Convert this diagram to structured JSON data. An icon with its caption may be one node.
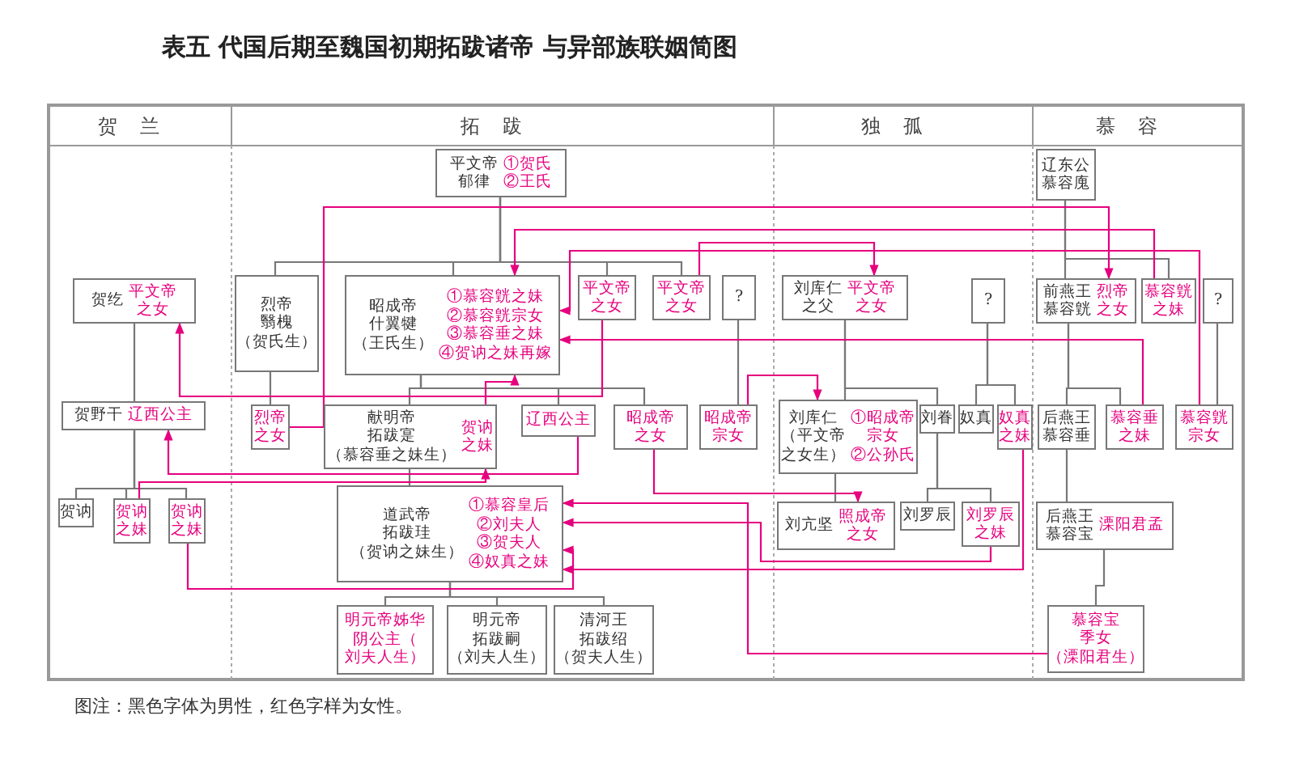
{
  "diagram": {
    "title": "表五 代国后期至魏国初期拓跋诸帝 与异部族联姻简图",
    "caption": "图注：黑色字体为男性，红色字样为女性。",
    "labels": [
      "贺兰",
      "拓跋",
      "独孤",
      "慕容"
    ],
    "nodes": [
      {
        "text": [
          "平文帝郁律",
          "①贺氏②王氏"
        ]
      },
      {
        "text": [
          "辽东公慕容廆"
        ]
      },
      {
        "text": [
          "贺纥",
          "平文帝之女"
        ]
      },
      {
        "text": [
          "烈帝翳槐（贺氏生）"
        ]
      },
      {
        "text": [
          "昭成帝什翼犍（王氏生）",
          "①慕容皝之妹②慕容皝宗女③慕容垂之妹④贺讷之妹再嫁"
        ]
      },
      {
        "text": [
          "平文帝之女"
        ]
      },
      {
        "text": [
          "平文帝之女"
        ]
      },
      {
        "text": [
          "?"
        ]
      },
      {
        "text": [
          "刘库仁之父",
          "平文帝之女"
        ]
      },
      {
        "text": [
          "?"
        ]
      },
      {
        "text": [
          "前燕王慕容皝",
          "烈帝之女"
        ]
      },
      {
        "text": [
          "慕容皝之妹"
        ]
      },
      {
        "text": [
          "?"
        ]
      },
      {
        "text": [
          "贺野干",
          "辽西公主"
        ]
      },
      {
        "text": [
          "烈帝之女"
        ]
      },
      {
        "text": [
          "献明帝拓跋寔（慕容垂之妹生）",
          "贺讷之妹"
        ]
      },
      {
        "text": [
          "辽西公主"
        ]
      },
      {
        "text": [
          "昭成帝之女"
        ]
      },
      {
        "text": [
          "昭成帝宗女"
        ]
      },
      {
        "text": [
          "刘库仁（平文帝之女生）",
          "①昭成帝宗女②公孙氏"
        ]
      },
      {
        "text": [
          "刘眷"
        ]
      },
      {
        "text": [
          "奴真"
        ]
      },
      {
        "text": [
          "奴真之妹"
        ]
      },
      {
        "text": [
          "后燕王慕容垂"
        ]
      },
      {
        "text": [
          "慕容垂之妹"
        ]
      },
      {
        "text": [
          "慕容皝宗女"
        ]
      },
      {
        "text": [
          "贺讷"
        ]
      },
      {
        "text": [
          "贺讷之妹"
        ]
      },
      {
        "text": [
          "贺讷之妹"
        ]
      },
      {
        "text": [
          "道武帝拓跋珪（贺讷之妹生）",
          "①慕容皇后②刘夫人③贺夫人④奴真之妹"
        ]
      },
      {
        "text": [
          "刘亢坚",
          "照成帝之女"
        ]
      },
      {
        "text": [
          "刘罗辰"
        ]
      },
      {
        "text": [
          "刘罗辰之妹"
        ]
      },
      {
        "text": [
          "后燕王慕容宝",
          "溧阳君孟"
        ]
      },
      {
        "text": [
          "明元帝姊华阴公主（刘夫人生）"
        ]
      },
      {
        "text": [
          "明元帝拓跋嗣（刘夫人生）"
        ]
      },
      {
        "text": [
          "清河王拓跋绍（贺夫人生）"
        ]
      },
      {
        "text": [
          "慕容宝季女（溧阳君生）"
        ]
      }
    ],
    "edges": [
      {
        "from": 0,
        "to": 3,
        "arrow": "none"
      },
      {
        "from": 0,
        "to": 4,
        "arrow": "none"
      },
      {
        "from": 0,
        "to": 5,
        "arrow": "none"
      },
      {
        "from": 0,
        "to": 6,
        "arrow": "none"
      },
      {
        "from": 1,
        "to": 10,
        "arrow": "none"
      },
      {
        "from": 1,
        "to": 11,
        "arrow": "none"
      },
      {
        "from": 12,
        "to": 25,
        "arrow": "none"
      },
      {
        "from": 9,
        "to": 21,
        "arrow": "none"
      },
      {
        "from": 9,
        "to": 22,
        "arrow": "none"
      },
      {
        "from": 7,
        "to": 18,
        "arrow": "none"
      },
      {
        "from": 8,
        "to": 19,
        "arrow": "none"
      },
      {
        "from": 8,
        "to": 20,
        "arrow": "none"
      },
      {
        "from": 2,
        "to": 13,
        "arrow": "none"
      },
      {
        "from": 3,
        "to": 14,
        "arrow": "none"
      },
      {
        "from": 4,
        "to": 15,
        "arrow": "none"
      },
      {
        "from": 4,
        "to": 16,
        "arrow": "none"
      },
      {
        "from": 4,
        "to": 17,
        "arrow": "none"
      },
      {
        "from": 13,
        "to": 26,
        "arrow": "none"
      },
      {
        "from": 13,
        "to": 27,
        "arrow": "none"
      },
      {
        "from": 13,
        "to": 28,
        "arrow": "none"
      },
      {
        "from": 10,
        "to": 23,
        "arrow": "none"
      },
      {
        "from": 10,
        "to": 24,
        "arrow": "none"
      },
      {
        "from": 15,
        "to": 29,
        "arrow": "none"
      },
      {
        "from": 19,
        "to": 30,
        "arrow": "none"
      },
      {
        "from": 20,
        "to": 31,
        "arrow": "none"
      },
      {
        "from": 20,
        "to": 32,
        "arrow": "none"
      },
      {
        "from": 23,
        "to": 33,
        "arrow": "none"
      },
      {
        "from": 33,
        "to": 37,
        "arrow": "none"
      },
      {
        "from": 29,
        "to": 34,
        "arrow": "none"
      },
      {
        "from": 29,
        "to": 35,
        "arrow": "none"
      },
      {
        "from": 29,
        "to": 36,
        "arrow": "none"
      },
      {
        "from": 5,
        "to": 2,
        "arrow": "to",
        "color": "#e6007e"
      },
      {
        "from": 6,
        "to": 8,
        "arrow": "to",
        "color": "#e6007e"
      },
      {
        "from": 14,
        "to": 10,
        "arrow": "to",
        "color": "#e6007e"
      },
      {
        "from": 11,
        "to": 4,
        "arrow": "to",
        "color": "#e6007e"
      },
      {
        "from": 25,
        "to": 4,
        "arrow": "to",
        "color": "#e6007e"
      },
      {
        "from": 24,
        "to": 4,
        "arrow": "to",
        "color": "#e6007e"
      },
      {
        "from": 27,
        "to": 15,
        "arrow": "to",
        "color": "#e6007e"
      },
      {
        "from": 15,
        "to": 4,
        "arrow": "to",
        "color": "#e6007e"
      },
      {
        "from": 16,
        "to": 13,
        "arrow": "to",
        "color": "#e6007e"
      },
      {
        "from": 17,
        "to": 30,
        "arrow": "to",
        "color": "#e6007e"
      },
      {
        "from": 18,
        "to": 19,
        "arrow": "to",
        "color": "#e6007e"
      },
      {
        "from": 37,
        "to": 29,
        "arrow": "to",
        "color": "#e6007e"
      },
      {
        "from": 32,
        "to": 29,
        "arrow": "to",
        "color": "#e6007e"
      },
      {
        "from": 22,
        "to": 29,
        "arrow": "to",
        "color": "#e6007e"
      },
      {
        "from": 28,
        "to": 29,
        "arrow": "to",
        "color": "#e6007e"
      }
    ]
  }
}
